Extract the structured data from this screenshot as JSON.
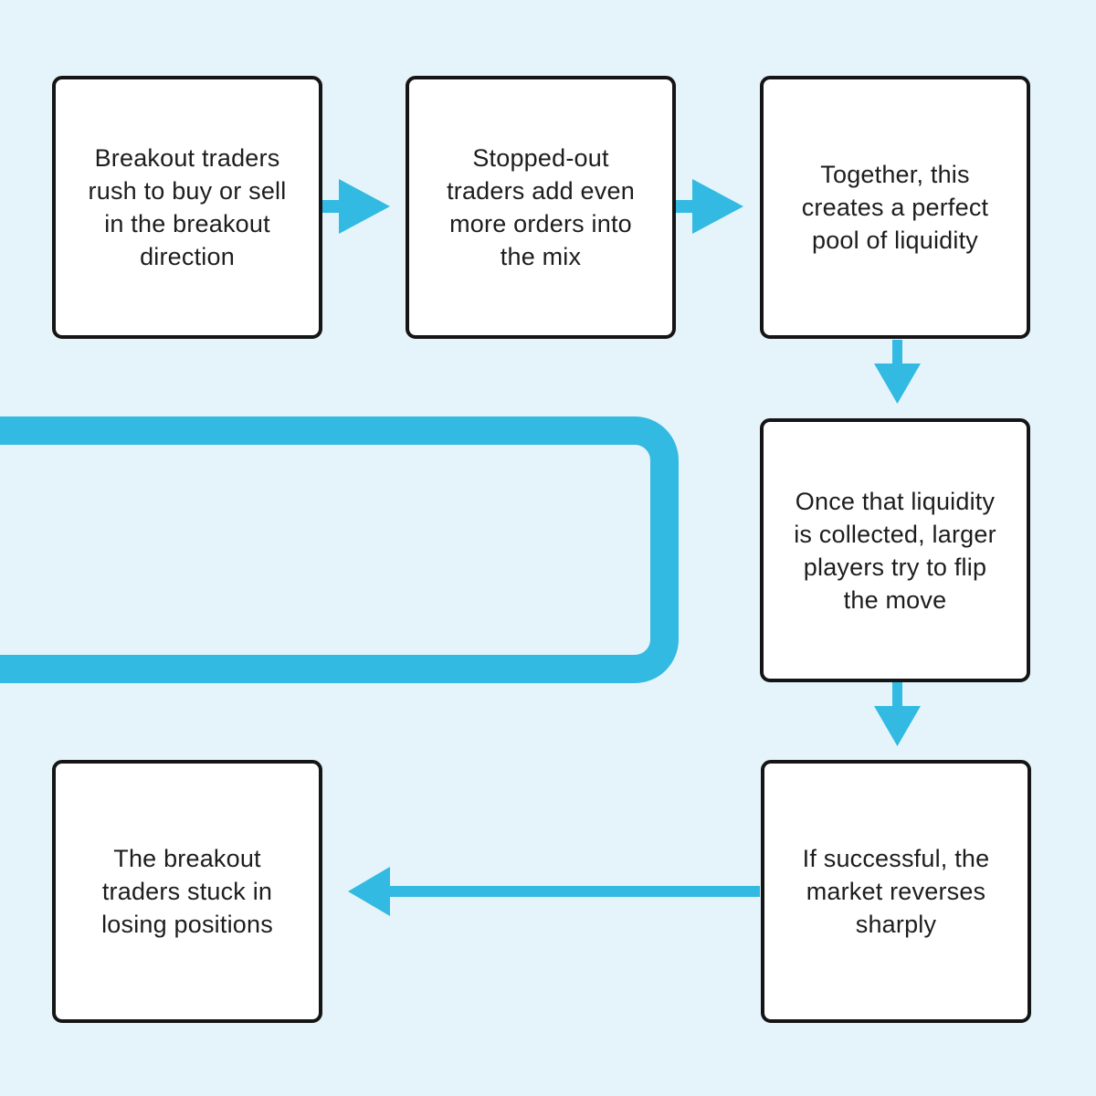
{
  "colors": {
    "background": "#e5f4fb",
    "accent": "#32bae2",
    "box_fill": "#ffffff",
    "box_border": "#151515",
    "text": "#1d1d1d"
  },
  "flowchart": {
    "nodes": [
      {
        "id": "step-1",
        "text": "Breakout traders\nrush to buy or sell\nin the breakout\ndirection"
      },
      {
        "id": "step-2",
        "text": "Stopped-out\ntraders add even\nmore orders into\nthe mix"
      },
      {
        "id": "step-3",
        "text": "Together, this\ncreates a perfect\npool of liquidity"
      },
      {
        "id": "step-4",
        "text": "Once that liquidity\nis collected, larger\nplayers try to flip\nthe move"
      },
      {
        "id": "step-5",
        "text": "If successful, the\nmarket reverses\nsharply"
      },
      {
        "id": "step-6",
        "text": "The breakout\ntraders stuck in\nlosing positions"
      }
    ],
    "connectors": [
      {
        "type": "arrow",
        "direction": "right",
        "from": "step-1",
        "to": "step-2"
      },
      {
        "type": "arrow",
        "direction": "right",
        "from": "step-2",
        "to": "step-3"
      },
      {
        "type": "arrow",
        "direction": "down",
        "from": "step-3",
        "to": "step-4"
      },
      {
        "type": "arrow",
        "direction": "down",
        "from": "step-4",
        "to": "step-5"
      },
      {
        "type": "arrow",
        "direction": "left",
        "from": "step-5",
        "to": "step-6"
      },
      {
        "type": "loop-band",
        "description": "thick rounded connector band cropped at left edge"
      }
    ]
  }
}
